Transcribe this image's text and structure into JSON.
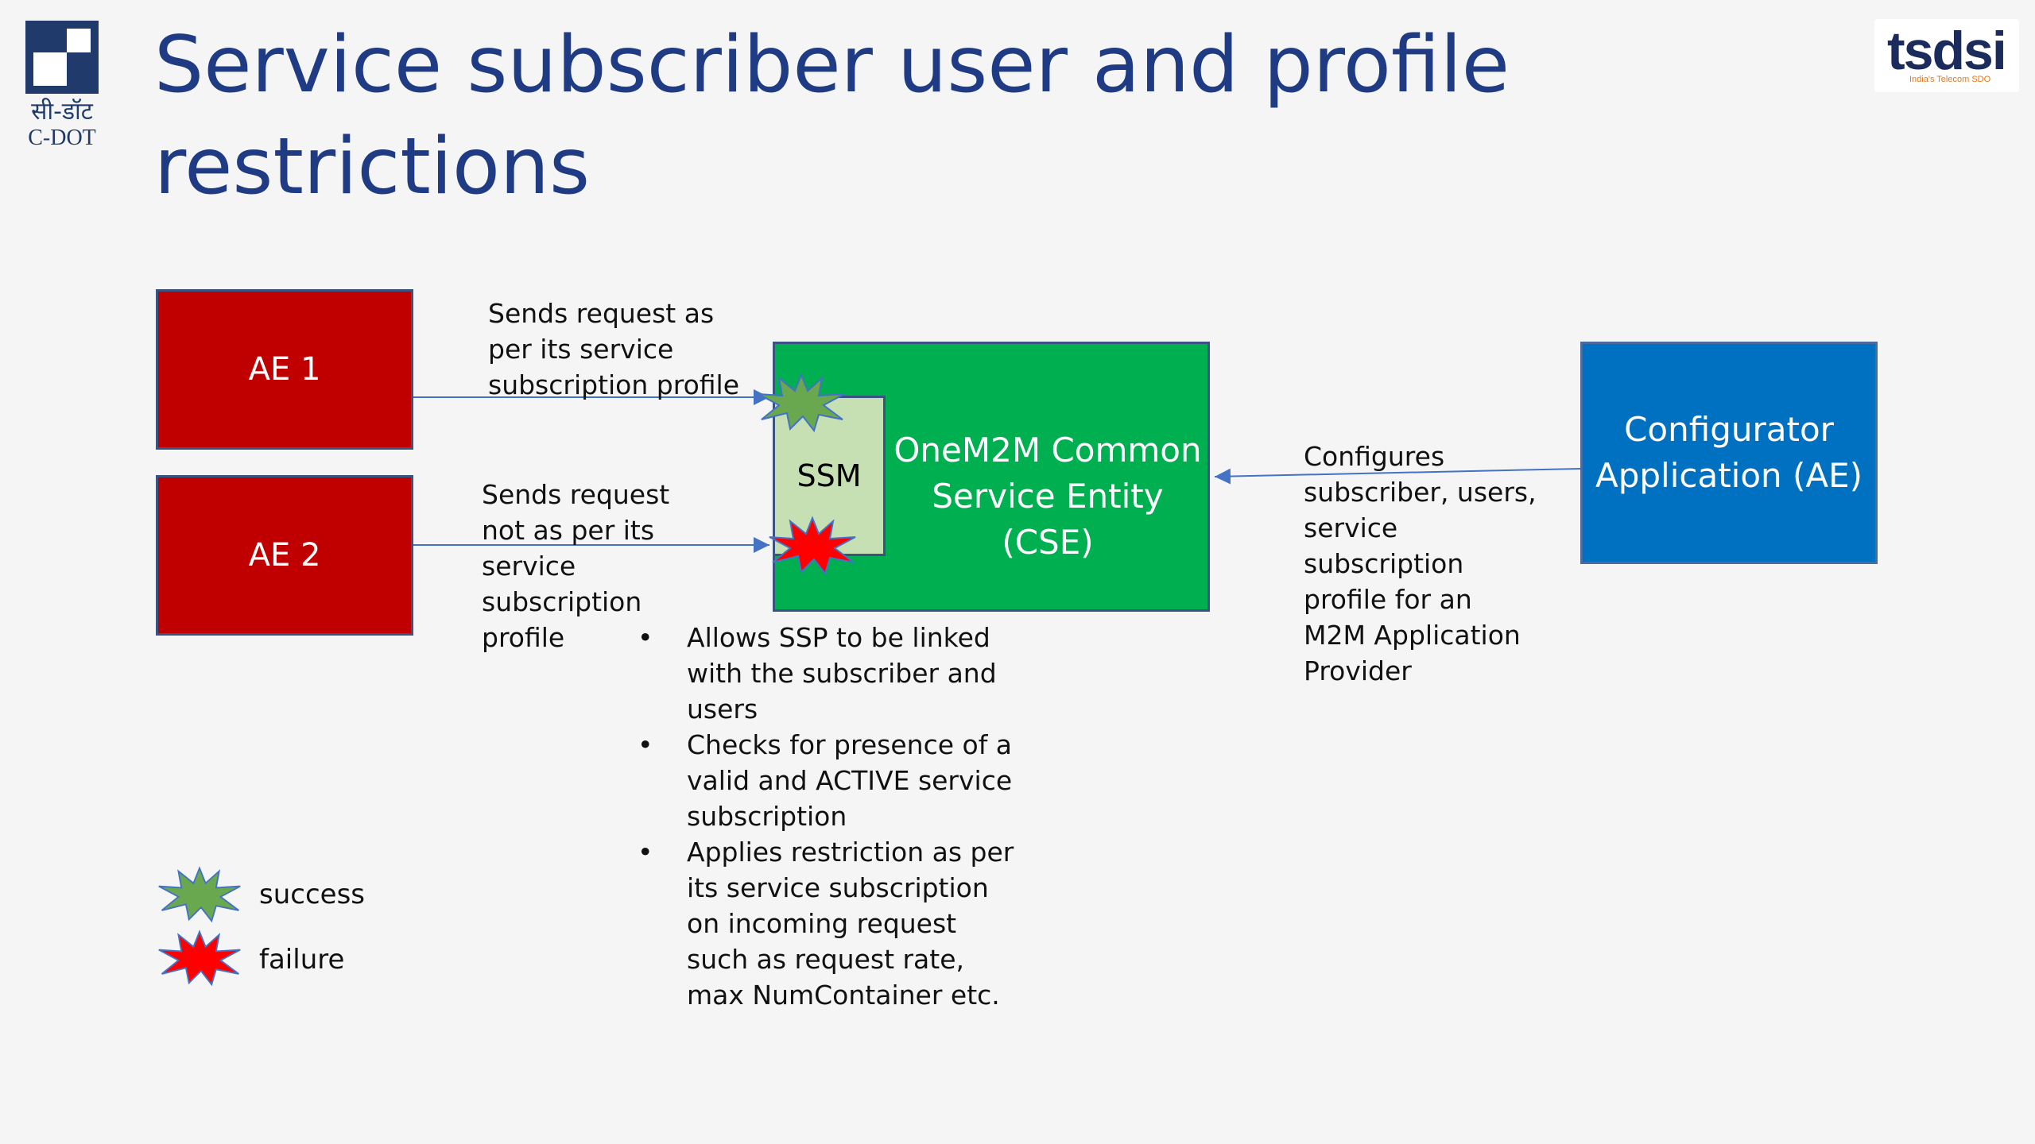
{
  "logos": {
    "left_hindi": "सी-डॉट",
    "left_english": "C-DOT",
    "right_wordmark": "tsdsi",
    "right_tagline": "India's Telecom SDO"
  },
  "title": "Service subscriber user and profile restrictions",
  "boxes": {
    "ae1": "AE 1",
    "ae2": "AE 2",
    "ssm": "SSM",
    "cse": "OneM2M Common Service Entity (CSE)",
    "configurator": "Configurator Application (AE)"
  },
  "labels": {
    "ae1_request": "Sends request as per its service subscription profile",
    "ae2_request": "Sends request not as per its service subscription profile",
    "configurator_action": "Configures subscriber, users, service subscription profile for an M2M Application Provider"
  },
  "bullets": [
    "Allows SSP to be linked with the subscriber and users",
    "Checks for presence of a valid and ACTIVE service subscription",
    "Applies restriction as per its service subscription on incoming request such as request rate,  max NumContainer etc."
  ],
  "legend": {
    "success": "success",
    "failure": "failure"
  },
  "colors": {
    "ae": "#c00000",
    "cse": "#00b050",
    "ssm": "#c6e0b4",
    "configurator": "#0070c0",
    "success_star": "#6aa84f",
    "failure_star": "#ff0000",
    "title": "#1f3b84"
  }
}
